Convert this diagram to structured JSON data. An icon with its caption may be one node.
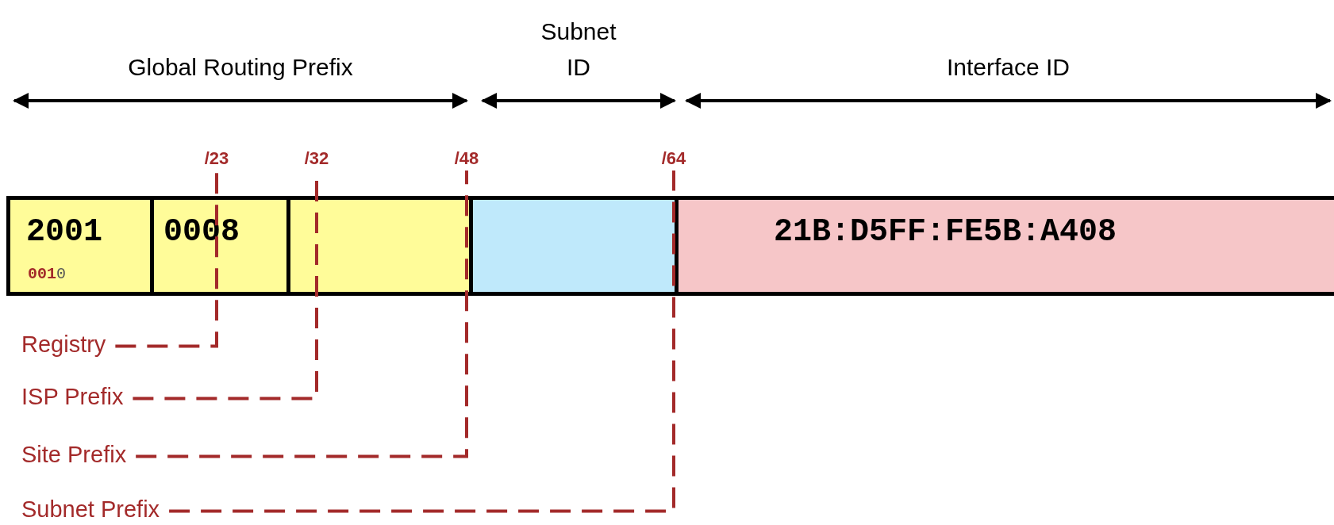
{
  "diagram": {
    "nodes": [
      {
        "text": [
          "2001",
          "0010"
        ]
      },
      {
        "text": [
          "0008"
        ]
      },
      {
        "text": [],
        "shape": "box"
      },
      {
        "text": [],
        "shape": "box"
      },
      {
        "text": [
          "21B:D5FF:FE5B:A408"
        ]
      },
      {
        "text": [
          "Registry"
        ]
      },
      {
        "text": [
          "ISP Prefix"
        ]
      },
      {
        "text": [
          "Site Prefix"
        ]
      },
      {
        "text": [
          "Subnet Prefix"
        ]
      },
      {
        "text": [
          "/23"
        ]
      },
      {
        "text": [
          "/32"
        ]
      },
      {
        "text": [
          "/48"
        ]
      },
      {
        "text": [
          "/64"
        ]
      }
    ],
    "edges": [
      {
        "from": 5,
        "to": 9,
        "arrow": "none",
        "style": "dashed"
      },
      {
        "from": 6,
        "to": 10,
        "arrow": "none",
        "style": "dashed"
      },
      {
        "from": 7,
        "to": 11,
        "arrow": "none",
        "style": "dashed"
      },
      {
        "from": 8,
        "to": 12,
        "arrow": "none",
        "style": "dashed"
      }
    ],
    "labels": [
      "Global Routing Prefix",
      "Subnet ID",
      "Interface ID"
    ]
  }
}
